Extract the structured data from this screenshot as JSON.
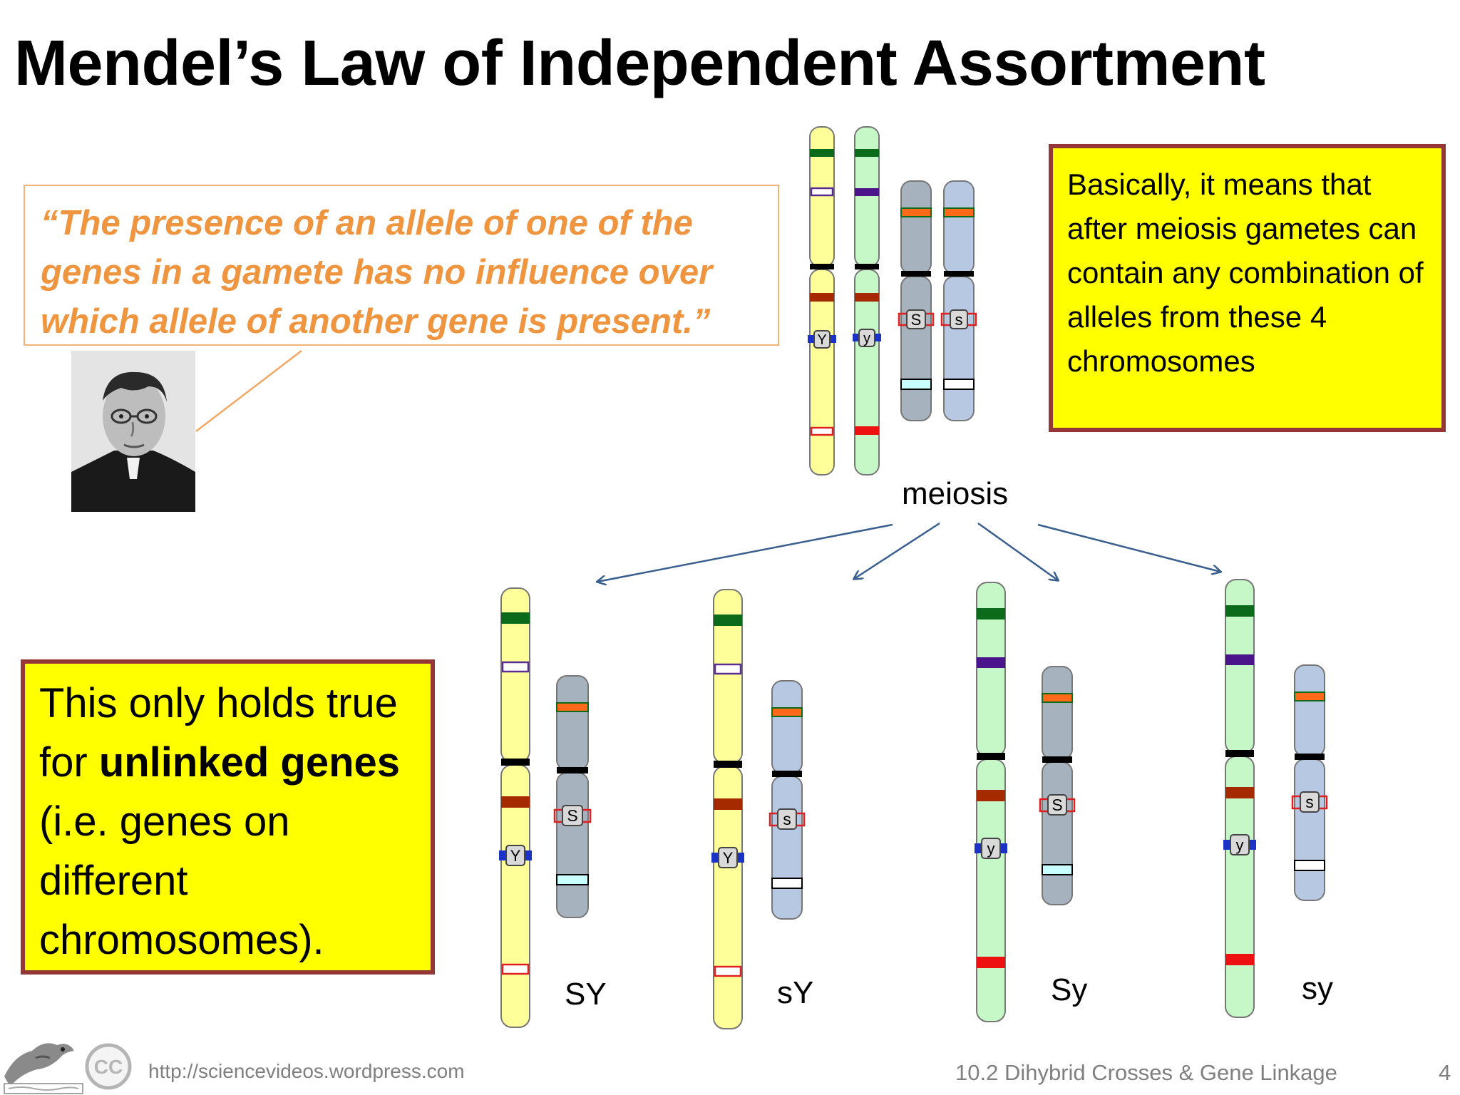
{
  "title": "Mendel’s Law of Independent Assortment",
  "quote": "“The presence of an allele of one of the genes in a gamete has no influence over which allele of another gene is present.”",
  "explanation": "Basically, it means that after meiosis gametes can contain any combination of alleles from these 4 chromosomes",
  "note": {
    "part1": "This only holds true for ",
    "bold1": "unlinked genes",
    "part2": " (i.e. genes on different chromosomes)."
  },
  "meiosis_label": "meiosis",
  "parent_alleles": {
    "Y": "Y",
    "y": "y",
    "S": "S",
    "s": "s"
  },
  "gametes": [
    {
      "label": "SY",
      "long_allele": "Y",
      "short_allele": "S",
      "long_color": "#ffff99",
      "short_color": "#a6b3be"
    },
    {
      "label": "sY",
      "long_allele": "Y",
      "short_allele": "s",
      "long_color": "#ffff99",
      "short_color": "#b7c9e2"
    },
    {
      "label": "Sy",
      "long_allele": "y",
      "short_allele": "S",
      "long_color": "#c6f7c6",
      "short_color": "#a6b3be"
    },
    {
      "label": "sy",
      "long_allele": "y",
      "short_allele": "s",
      "long_color": "#c6f7c6",
      "short_color": "#b7c9e2"
    }
  ],
  "footer": {
    "url": "http://sciencevideos.wordpress.com",
    "course": "10.2 Dihybrid Crosses & Gene Linkage",
    "page": "4",
    "cc_text": "CC"
  },
  "colors": {
    "title": "#000000",
    "quote": "#f0953f",
    "box_fill": "#ffff00",
    "box_border": "#953735",
    "arrow": "#3a5f8f"
  }
}
